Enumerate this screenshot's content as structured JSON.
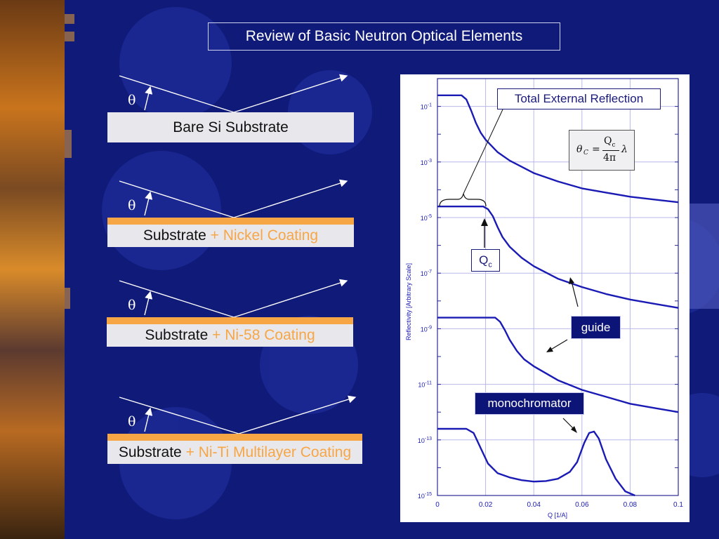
{
  "slide": {
    "title": "Review of Basic Neutron Optical Elements"
  },
  "angle_symbol": "θ",
  "elements": [
    {
      "label": "Bare Si Substrate",
      "coating_plus": "",
      "coating": ""
    },
    {
      "label": "Substrate",
      "coating_plus": "+",
      "coating": "Nickel Coating"
    },
    {
      "label": "Substrate",
      "coating_plus": "+",
      "coating": "Ni-58 Coating"
    },
    {
      "label": "Substrate",
      "coating_plus": "+",
      "coating": "Ni-Ti Multilayer Coating"
    }
  ],
  "annotations": {
    "total_external_reflection": "Total External Reflection",
    "qc": "Q",
    "qc_sub": "c",
    "guide": "guide",
    "monochromator": "monochromator",
    "formula_lhs": "θ",
    "formula_lhs_sub": "C",
    "formula_eq": "=",
    "formula_num": "Q",
    "formula_num_sub": "c",
    "formula_den": "4π",
    "formula_lambda": "λ"
  },
  "colors": {
    "background": "#101a78",
    "coating": "#f7a646",
    "curve": "#1a1ab4",
    "grid": "#b8b8e8"
  },
  "chart_data": {
    "type": "line",
    "xlabel": "Q [1/A]",
    "ylabel": "Reflectivity [Arbitrary Scale]",
    "x_ticks": [
      "0",
      "0.02",
      "0.04",
      "0.06",
      "0.08",
      "0.1"
    ],
    "y_ticks": [
      {
        "base": "10",
        "exp": "-1"
      },
      {
        "base": "10",
        "exp": "-3"
      },
      {
        "base": "10",
        "exp": "-5"
      },
      {
        "base": "10",
        "exp": "-7"
      },
      {
        "base": "10",
        "exp": "-9"
      },
      {
        "base": "10",
        "exp": "-11"
      },
      {
        "base": "10",
        "exp": "-13"
      },
      {
        "base": "10",
        "exp": "-15"
      }
    ],
    "xlim": [
      0,
      0.1
    ],
    "ylim_log10": [
      -15,
      0
    ],
    "yscale": "log",
    "grid": true,
    "series": [
      {
        "x": [
          0,
          0.01,
          0.012,
          0.014,
          0.016,
          0.018,
          0.02,
          0.025,
          0.03,
          0.04,
          0.05,
          0.06,
          0.07,
          0.08,
          0.09,
          0.1
        ],
        "log10y": [
          -0.6,
          -0.6,
          -0.75,
          -1.15,
          -1.6,
          -1.95,
          -2.2,
          -2.65,
          -2.95,
          -3.4,
          -3.7,
          -3.95,
          -4.1,
          -4.25,
          -4.35,
          -4.45
        ]
      },
      {
        "x": [
          0,
          0.019,
          0.021,
          0.023,
          0.025,
          0.027,
          0.03,
          0.035,
          0.04,
          0.05,
          0.06,
          0.07,
          0.08,
          0.09,
          0.1
        ],
        "log10y": [
          -4.6,
          -4.6,
          -4.7,
          -4.95,
          -5.35,
          -5.7,
          -6.05,
          -6.45,
          -6.75,
          -7.2,
          -7.5,
          -7.75,
          -7.95,
          -8.1,
          -8.25
        ]
      },
      {
        "x": [
          0,
          0.024,
          0.026,
          0.028,
          0.03,
          0.033,
          0.036,
          0.04,
          0.05,
          0.06,
          0.07,
          0.08,
          0.09,
          0.1
        ],
        "log10y": [
          -8.6,
          -8.6,
          -8.75,
          -9.05,
          -9.4,
          -9.8,
          -10.1,
          -10.35,
          -10.85,
          -11.2,
          -11.45,
          -11.7,
          -11.85,
          -12.0
        ]
      },
      {
        "x": [
          0,
          0.012,
          0.015,
          0.018,
          0.021,
          0.025,
          0.03,
          0.035,
          0.04,
          0.045,
          0.05,
          0.055,
          0.058,
          0.061,
          0.063,
          0.065,
          0.067,
          0.07,
          0.074,
          0.078,
          0.082
        ],
        "log10y": [
          -12.6,
          -12.6,
          -12.75,
          -13.3,
          -13.85,
          -14.2,
          -14.35,
          -14.45,
          -14.5,
          -14.48,
          -14.4,
          -14.15,
          -13.8,
          -13.1,
          -12.75,
          -12.7,
          -12.95,
          -13.7,
          -14.4,
          -14.85,
          -15.0
        ]
      }
    ]
  }
}
